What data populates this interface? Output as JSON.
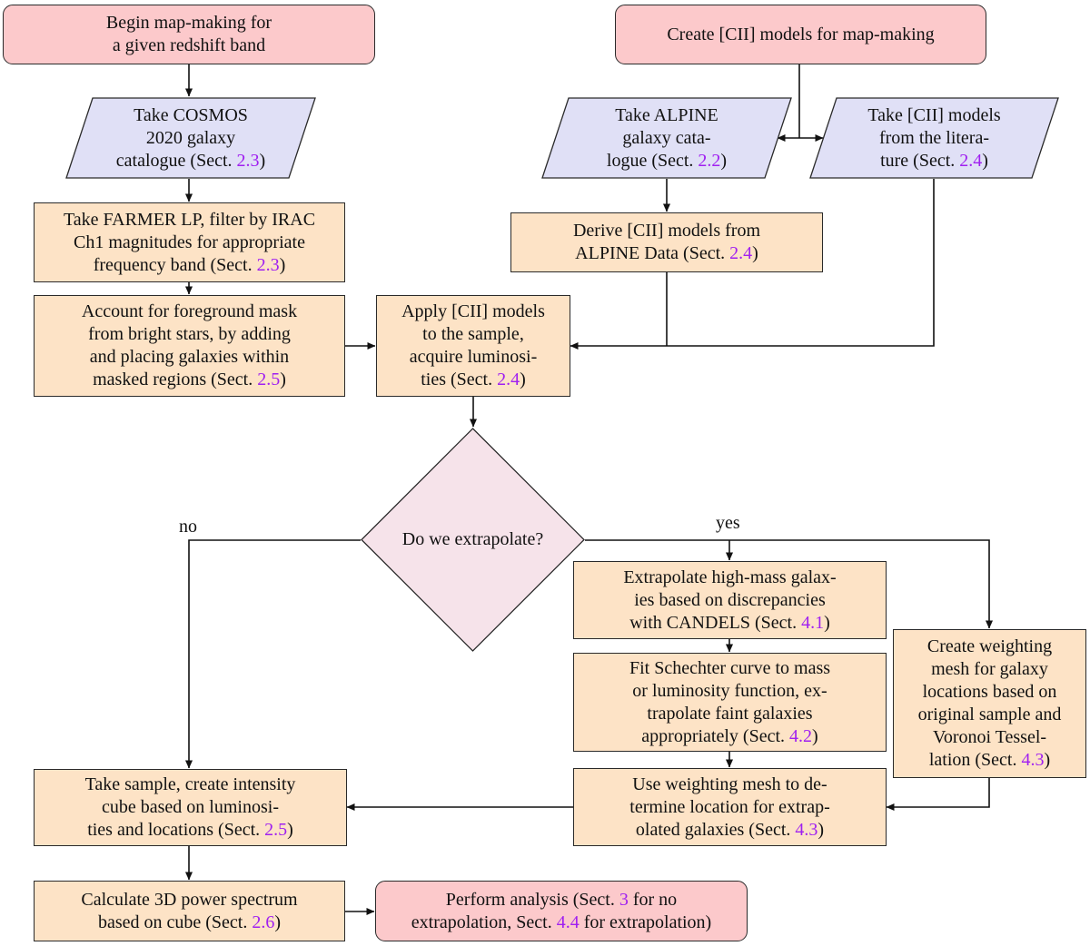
{
  "colors": {
    "terminal_fill": "#fcc9cb",
    "process_fill": "#fde3c6",
    "io_fill": "#e0e0f6",
    "decision_fill": "#f6e3ea",
    "reference_text": "#a020f0",
    "edge": "#111111"
  },
  "nodes": {
    "begin": {
      "lines": [
        {
          "text": "Begin map-making for"
        },
        {
          "text": "a given redshift band"
        }
      ]
    },
    "create_models": {
      "lines": [
        {
          "text": "Create [CII] models for map-making"
        }
      ]
    },
    "cosmos_catalogue": {
      "lines": [
        {
          "text": "Take COSMOS"
        },
        {
          "text": "2020 galaxy"
        },
        {
          "text": "catalogue (Sect. ",
          "ref": "2.3",
          "tail": ")"
        }
      ]
    },
    "alpine_catalogue": {
      "lines": [
        {
          "text": "Take ALPINE"
        },
        {
          "text": "galaxy cata-"
        },
        {
          "text": "logue (Sect. ",
          "ref": "2.2",
          "tail": ")"
        }
      ]
    },
    "literature_models": {
      "lines": [
        {
          "text": "Take [CII] models"
        },
        {
          "text": "from the litera-"
        },
        {
          "text": "ture (Sect. ",
          "ref": "2.4",
          "tail": ")"
        }
      ]
    },
    "farmer_filter": {
      "lines": [
        {
          "text": "Take FARMER LP, filter by IRAC"
        },
        {
          "text": "Ch1 magnitudes for appropriate"
        },
        {
          "text": "frequency band (Sect. ",
          "ref": "2.3",
          "tail": ")"
        }
      ]
    },
    "derive_models": {
      "lines": [
        {
          "text": "Derive [CII] models from"
        },
        {
          "text": "ALPINE Data (Sect. ",
          "ref": "2.4",
          "tail": ")"
        }
      ]
    },
    "foreground_mask": {
      "lines": [
        {
          "text": "Account for foreground mask"
        },
        {
          "text": "from bright stars, by adding"
        },
        {
          "text": "and placing galaxies within"
        },
        {
          "text": "masked regions (Sect. ",
          "ref": "2.5",
          "tail": ")"
        }
      ]
    },
    "apply_models": {
      "lines": [
        {
          "text": "Apply [CII] models"
        },
        {
          "text": "to the sample,"
        },
        {
          "text": "acquire luminosi-"
        },
        {
          "text": "ties (Sect. ",
          "ref": "2.4",
          "tail": ")"
        }
      ]
    },
    "decision": {
      "lines": [
        {
          "text": "Do we extrapolate?"
        }
      ]
    },
    "extrapolate_high_mass": {
      "lines": [
        {
          "text": "Extrapolate high-mass galax-"
        },
        {
          "text": "ies based on discrepancies"
        },
        {
          "text": "with CANDELS (Sect. ",
          "ref": "4.1",
          "tail": ")"
        }
      ]
    },
    "weighting_mesh": {
      "lines": [
        {
          "text": "Create weighting"
        },
        {
          "text": "mesh for galaxy"
        },
        {
          "text": "locations based on"
        },
        {
          "text": "original sample and"
        },
        {
          "text": "Voronoi Tessel-"
        },
        {
          "text": "lation (Sect. ",
          "ref": "4.3",
          "tail": ")"
        }
      ]
    },
    "schechter_fit": {
      "lines": [
        {
          "text": "Fit Schechter curve to mass"
        },
        {
          "text": "or luminosity function, ex-"
        },
        {
          "text": "trapolate faint galaxies"
        },
        {
          "text": "appropriately (Sect. ",
          "ref": "4.2",
          "tail": ")"
        }
      ]
    },
    "intensity_cube": {
      "lines": [
        {
          "text": "Take sample, create intensity"
        },
        {
          "text": "cube based on luminosi-"
        },
        {
          "text": "ties and locations (Sect. ",
          "ref": "2.5",
          "tail": ")"
        }
      ]
    },
    "use_mesh": {
      "lines": [
        {
          "text": "Use weighting mesh to de-"
        },
        {
          "text": "termine location for extrap-"
        },
        {
          "text": "olated galaxies (Sect. ",
          "ref": "4.3",
          "tail": ")"
        }
      ]
    },
    "power_spectrum": {
      "lines": [
        {
          "text": "Calculate 3D power spectrum"
        },
        {
          "text": "based on cube (Sect. ",
          "ref": "2.6",
          "tail": ")"
        }
      ]
    },
    "perform_analysis": {
      "lines": [
        {
          "text": "Perform analysis (Sect. ",
          "ref": "3",
          "tail": " for no"
        },
        {
          "text": "extrapolation, Sect. ",
          "ref": "4.4",
          "tail": " for extrapolation)"
        }
      ]
    }
  },
  "edge_labels": {
    "no": "no",
    "yes": "yes"
  }
}
